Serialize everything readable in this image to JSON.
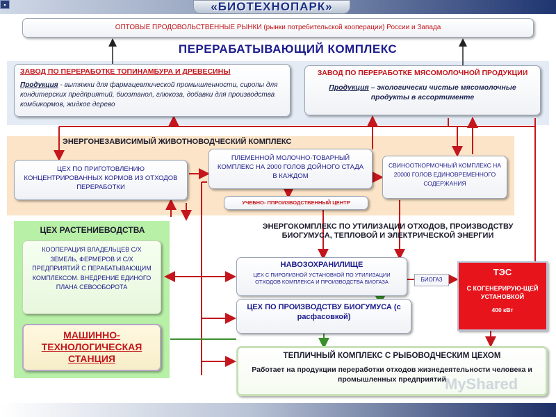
{
  "header": {
    "banner_title": "«БИОТЕХНОПАРК»",
    "corner_glyph": "▪"
  },
  "top_box": {
    "text": "ОПТОВЫЕ ПРОДОВОЛЬСТВЕННЫЕ РЫНКИ (рынки потребительской кооперации) России и Запада"
  },
  "processing": {
    "title": "ПЕРЕРАБАТЫВАЮЩИЙ КОМПЛЕКС",
    "plant_left": {
      "title": "ЗАВОД ПО ПЕРЕРАБОТКЕ ТОПИНАМБУРА И ДРЕВЕСИНЫ",
      "label": "Продукция",
      "text": "- вытяжки для фармацевтической промышленности, сиропы для кондитерских предприятий, биоэтанол, глюкоза, добавки для производства комбикормов, жидкое дерево"
    },
    "plant_right": {
      "title": "ЗАВОД ПО ПЕРЕРАБОТКЕ МЯСОМОЛОЧНОЙ ПРОДУКЦИИ",
      "label": "Продукция",
      "text": "– экологически чистые мясомолочные продукты в ассортименте"
    }
  },
  "livestock": {
    "title": "ЭНЕРГОНЕЗАВИСИМЫЙ ЖИВОТНОВОДЧЕСКИЙ КОМПЛЕКС",
    "feed_shop": "ЦЕХ ПО ПРИГОТОВЛЕНИЮ КОНЦЕНТРИРОВАННЫХ КОРМОВ ИЗ ОТХОДОВ ПЕРЕРАБОТКИ",
    "dairy": "ПЛЕМЕННОЙ МОЛОЧНО-ТОВАРНЫЙ КОМПЛЕКС НА 2000 ГОЛОВ ДОЙНОГО СТАДА В КАЖДОМ",
    "pig": "СВИНООТКОРМОЧНЫЙ КОМПЛЕКС НА 20000 ГОЛОВ ЕДИНОВРЕМЕННОГО СОДЕРЖАНИЯ",
    "training": "УЧЕБНО- ППРОИЗВОДСТВЕННЫЙ ЦЕНТР"
  },
  "crops": {
    "title": "ЦЕХ РАСТЕНИЕВОДСТВА",
    "coop": "КООПЕРАЦИЯ ВЛАДЕЛЬЦЕВ С/Х ЗЕМЕЛЬ, ФЕРМЕРОВ И С/Х ПРЕДПРИЯТИЙ С ПЕРАБАТЫВАЮЩИМ КОМПЛЕКСОМ. ВНЕДРЕНИЕ ЕДИНОГО ПЛАНА СЕВООБОРОТА",
    "machine_station": "МАШИННО-ТЕХНОЛОГИЧЕСКАЯ СТАНЦИЯ"
  },
  "energy": {
    "title": "ЭНЕРГОКОМПЛЕКС ПО УТИЛИЗАЦИИ ОТХОДОВ, ПРОИЗВОДСТВУ БИОГУМУСА, ТЕПЛОВОЙ И ЭЛЕКТРИЧЕСКОЙ ЭНЕРГИИ",
    "manure_title": "НАВОЗОХРАНИЛИЩЕ",
    "manure_text": "ЦЕХ С ПИРОЛИЗНОЙ УСТАНОВКОЙ ПО УТИЛИЗАЦИИ ОТХОДОВ КОМПЛЕКСА И ПРОИЗВОДСТВА БИОГАЗА",
    "biogas": "БИОГАЗ",
    "tes_title": "ТЭС",
    "tes_text": "С КОГЕНЕРИРУЮ-ЩЕЙ УСТАНОВКОЙ",
    "tes_power": "400 кВт",
    "biohumus": "ЦЕХ ПО ПРОИЗВОДСТВУ БИОГУМУСА (с расфасовкой)"
  },
  "greenhouse": {
    "title": "ТЕПЛИЧНЫЙ КОМПЛЕКС С РЫБОВОДЧЕСКИМ ЦЕХОМ",
    "text": "Работает на продукции переработки отходов жизнедеятельности человека и промышленных предприятий"
  },
  "watermark": "MyShared",
  "colors": {
    "red": "#c4161c",
    "navy": "#1c1c8c",
    "green": "#3a8f2a",
    "tes_fill": "#e8141c"
  }
}
